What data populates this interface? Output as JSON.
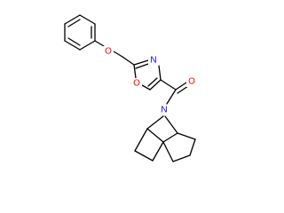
{
  "structure": {
    "atom_labels": {
      "ether_oxygen": "O",
      "oxazole_nitrogen": "N",
      "oxazole_oxygen": "O",
      "carbonyl_oxygen": "O",
      "amide_nitrogen": "N"
    },
    "colors": {
      "bond": "#000000",
      "O": "#ff0000",
      "N": "#0000ff"
    }
  }
}
